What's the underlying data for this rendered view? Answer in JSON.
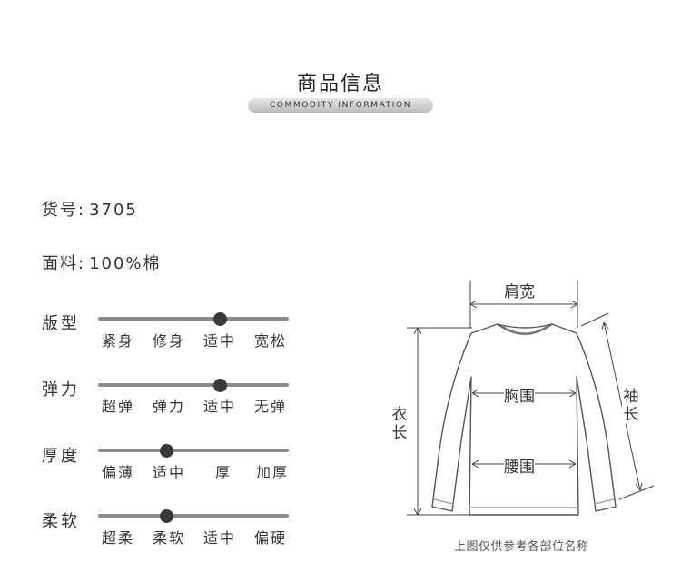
{
  "header": {
    "title": "商品信息",
    "subtitle": "COMMODITY INFORMATION"
  },
  "fields": [
    {
      "label": "货号",
      "sep": ":",
      "value": "3705"
    },
    {
      "label": "面料",
      "sep": ":",
      "value": "100%棉"
    }
  ],
  "scales": [
    {
      "label": "版型",
      "options": [
        "紧身",
        "修身",
        "适中",
        "宽松"
      ],
      "selected_position": 0.64
    },
    {
      "label": "弹力",
      "options": [
        "超弹",
        "弹力",
        "适中",
        "无弹"
      ],
      "selected_position": 0.64
    },
    {
      "label": "厚度",
      "options": [
        "偏薄",
        "适中",
        "厚",
        "加厚"
      ],
      "selected_position": 0.36
    },
    {
      "label": "柔软",
      "options": [
        "超柔",
        "柔软",
        "适中",
        "偏硬"
      ],
      "selected_position": 0.36
    }
  ],
  "diagram": {
    "shoulder_width": "肩宽",
    "chest": "胸围",
    "waist": "腰围",
    "length": "衣长",
    "sleeve_length": "袖长",
    "caption": "上图仅供参考各部位名称"
  }
}
